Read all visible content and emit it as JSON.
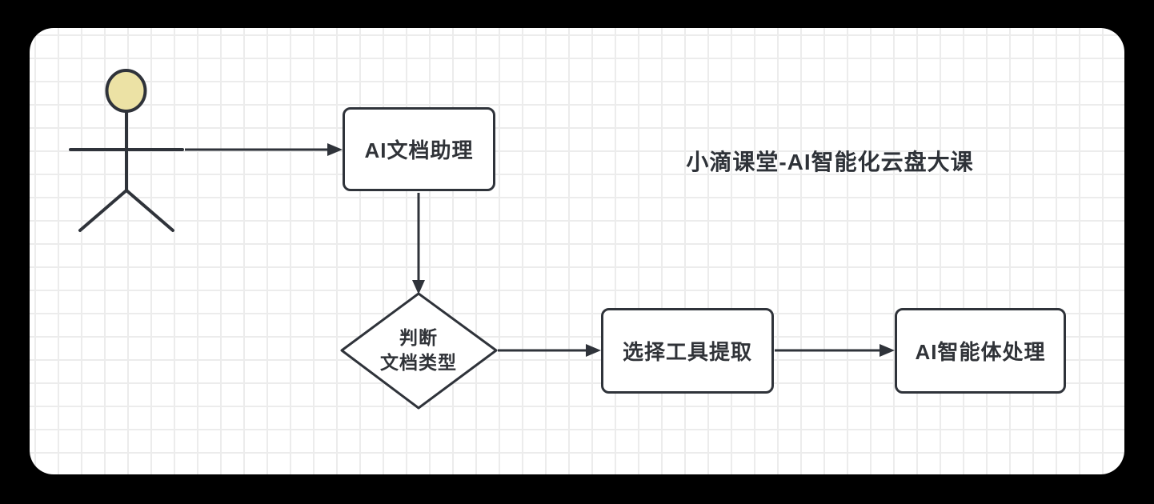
{
  "title": "小滴课堂-AI智能化云盘大课",
  "nodes": {
    "assistant": {
      "label": "AI文档助理",
      "type": "process"
    },
    "decision": {
      "line1": "判断",
      "line2": "文档类型",
      "type": "decision"
    },
    "extract": {
      "label": "选择工具提取",
      "type": "process"
    },
    "agent": {
      "label": "AI智能体处理",
      "type": "process"
    }
  },
  "edges": [
    {
      "from": "actor",
      "to": "assistant"
    },
    {
      "from": "assistant",
      "to": "decision"
    },
    {
      "from": "decision",
      "to": "extract"
    },
    {
      "from": "extract",
      "to": "agent"
    }
  ],
  "colors": {
    "frame_background": "#000000",
    "canvas_background": "#ffffff",
    "grid_line": "#ececec",
    "stroke": "#2f333a",
    "text": "#303338",
    "actor_head_fill": "#ece2a5"
  }
}
